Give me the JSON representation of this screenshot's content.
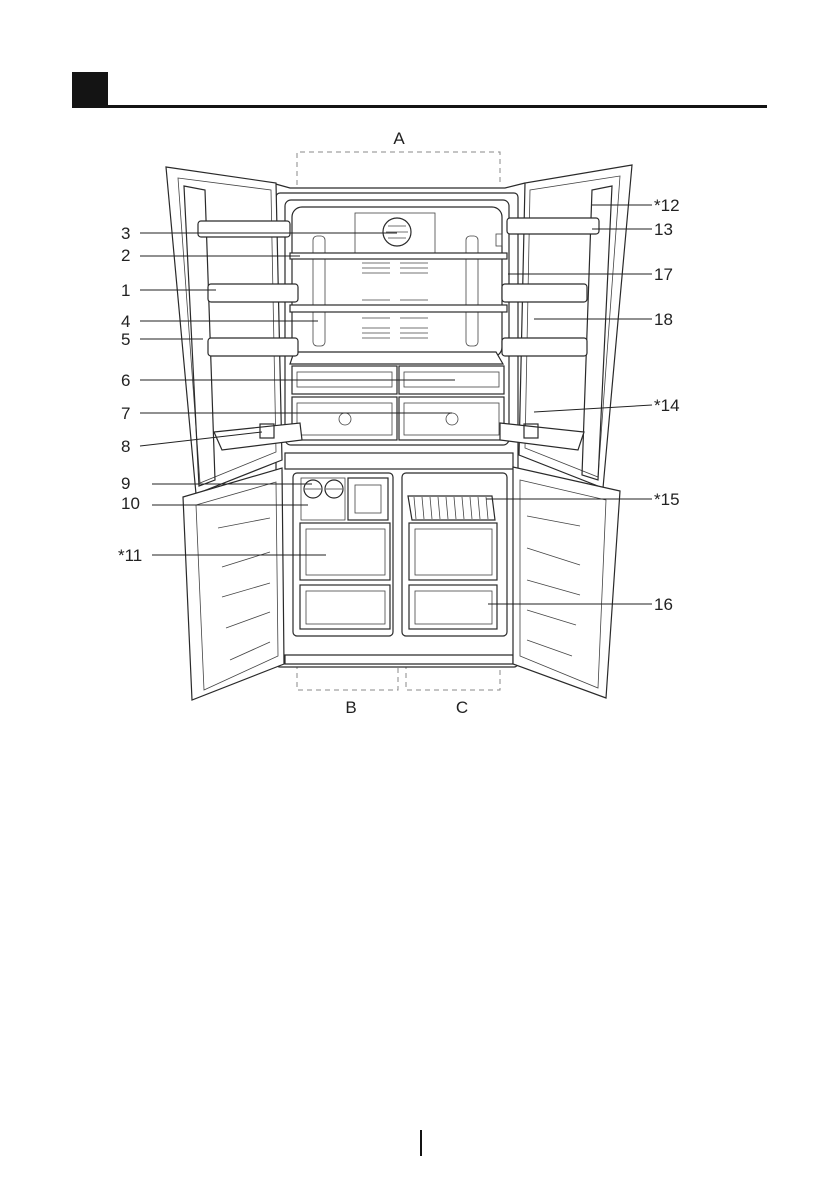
{
  "section_labels": {
    "a": "A",
    "b": "B",
    "c": "C"
  },
  "callouts": {
    "c1": "1",
    "c2": "2",
    "c3": "3",
    "c4": "4",
    "c5": "5",
    "c6": "6",
    "c7": "7",
    "c8": "8",
    "c9": "9",
    "c10": "10",
    "c11": "*11",
    "c12": "*12",
    "c13": "13",
    "c14": "*14",
    "c15": "*15",
    "c16": "16",
    "c17": "17",
    "c18": "18"
  }
}
